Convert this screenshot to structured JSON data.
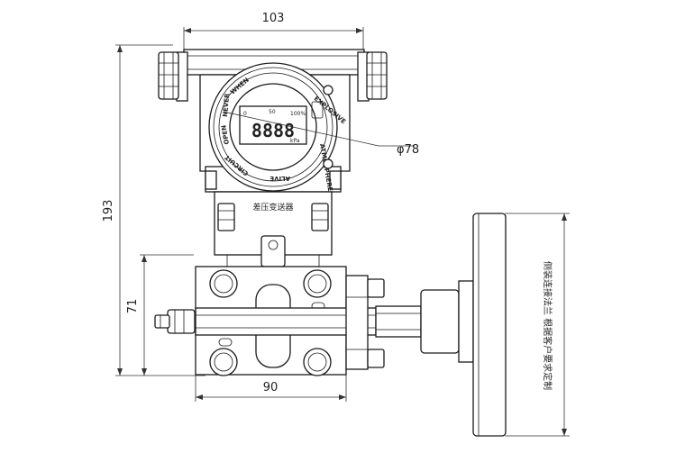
{
  "dimensions": {
    "width_top": "103",
    "height_total": "193",
    "height_lower": "71",
    "width_bottom": "90",
    "diameter": "φ78"
  },
  "housing_label": "差压变送器",
  "display": {
    "digits": "8888",
    "unit": "kPa",
    "scale_min": "0",
    "scale_mid": "50",
    "scale_max": "100%"
  },
  "ring_labels": [
    "EXPLOSIVE",
    "ATMOSPHERE",
    "ALIVE",
    "CIRCUIT",
    "OPEN",
    "NEVER",
    "WHEN"
  ],
  "flange_note": "侧装连接法兰  根据客户要求定制"
}
